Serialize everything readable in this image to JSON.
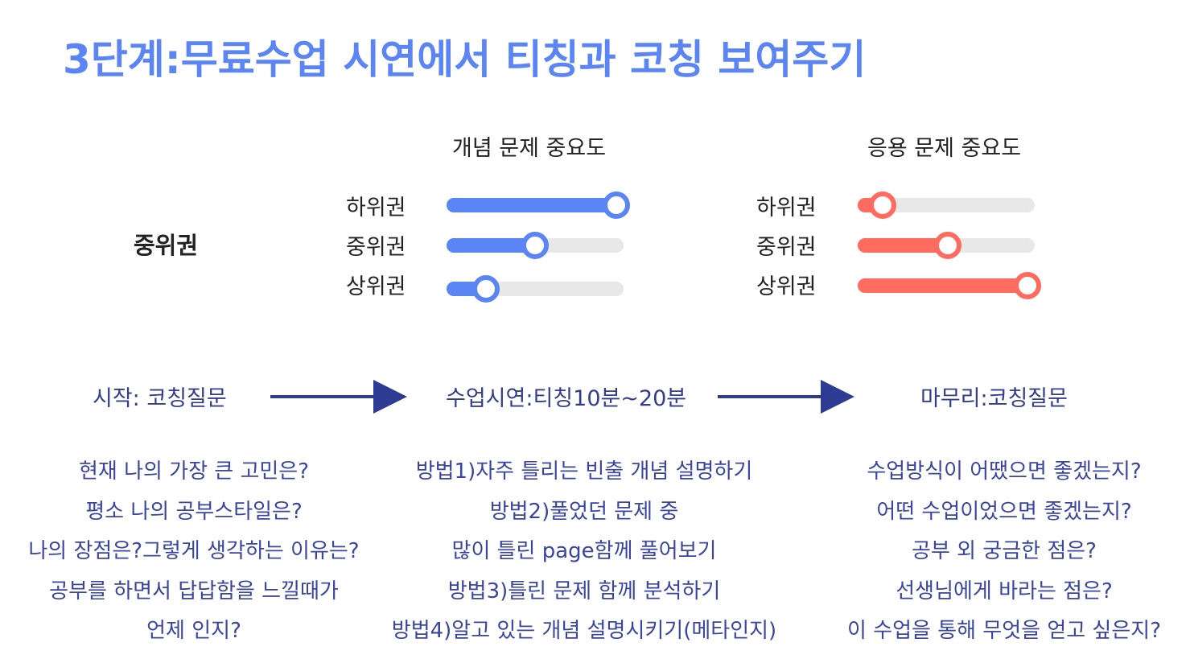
{
  "title": "3단계:무료수업 시연에서 티칭과 코칭 보여주기",
  "colors": {
    "title": "#5b85f4",
    "concept": "#5b85f4",
    "applied": "#ff6b5e",
    "track": "#e8e8e8",
    "flow_text": "#333d8c",
    "arrow": "#2e3b92",
    "body_text": "#3945a0"
  },
  "student_level": "중위권",
  "concept_chart": {
    "title": "개념 문제 중요도",
    "rows": [
      {
        "label": "하위권",
        "level": 1.0
      },
      {
        "label": "중위권",
        "level": 0.5
      },
      {
        "label": "상위권",
        "level": 0.2
      }
    ]
  },
  "applied_chart": {
    "title": "응용 문제 중요도",
    "rows": [
      {
        "label": "하위권",
        "level": 0.11
      },
      {
        "label": "중위권",
        "level": 0.51
      },
      {
        "label": "상위권",
        "level": 1.0
      }
    ]
  },
  "flow": {
    "start": "시작: 코칭질문",
    "middle": "수업시연:티칭10분~20분",
    "end": "마무리:코칭질문"
  },
  "columns": {
    "left": [
      "현재 나의 가장 큰 고민은?",
      "평소 나의 공부스타일은?",
      "나의 장점은?그렇게 생각하는 이유는?",
      "공부를 하면서 답답함을 느낄때가",
      "언제 인지?"
    ],
    "middle": [
      "방법1)자주 틀리는 빈출 개념 설명하기",
      "방법2)풀었던 문제 중",
      "많이 틀린 page함께 풀어보기",
      "방법3)틀린 문제 함께 분석하기",
      "방법4)알고 있는 개념 설명시키기(메타인지)"
    ],
    "right": [
      "수업방식이 어땠으면 좋겠는지?",
      "어떤 수업이었으면 좋겠는지?",
      "공부 외 궁금한 점은?",
      "선생님에게 바라는 점은?",
      "이 수업을 통해 무엇을 얻고 싶은지?"
    ]
  }
}
